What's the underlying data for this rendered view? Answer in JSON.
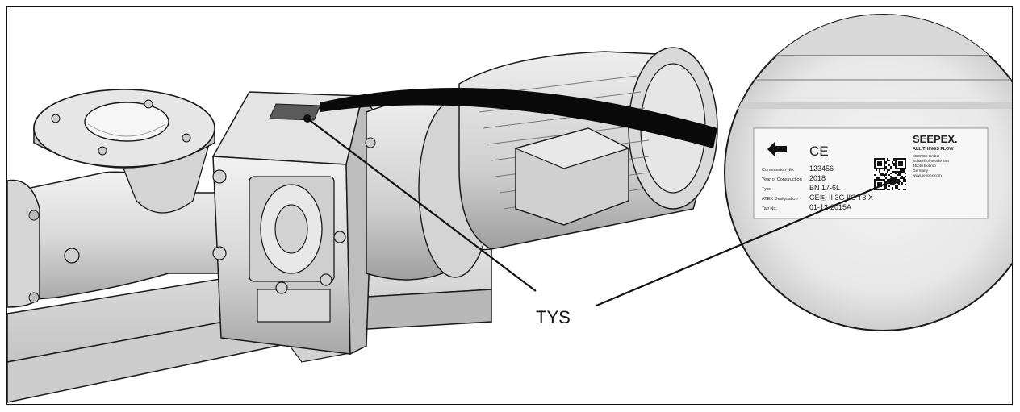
{
  "callout": {
    "label": "TYS"
  },
  "nameplate": {
    "brand": "SEEPEX.",
    "slogan": "ALL THINGS FLOW",
    "ce_mark": "CE",
    "rows": [
      {
        "key": "Commission No.",
        "value": "123456"
      },
      {
        "key": "Year of Construction",
        "value": "2018"
      },
      {
        "key": "Type",
        "value": "BN 17-6L"
      },
      {
        "key": "ATEX Designation",
        "value": "CEⒺ II 3G IIC T3 X"
      },
      {
        "key": "Tag No.",
        "value": "01-12-2015A"
      }
    ],
    "address": [
      "SEEPEX GmbH",
      "Scharnhölzstraße 344",
      "46240 Bottrop",
      "Germany",
      "www.seepex.com"
    ]
  },
  "colors": {
    "line": "#1a1a1a",
    "metal_light": "#e6e6e6",
    "metal_mid": "#c8c8c8",
    "metal_dark": "#9a9a9a",
    "plate": "#f7f7f7"
  }
}
